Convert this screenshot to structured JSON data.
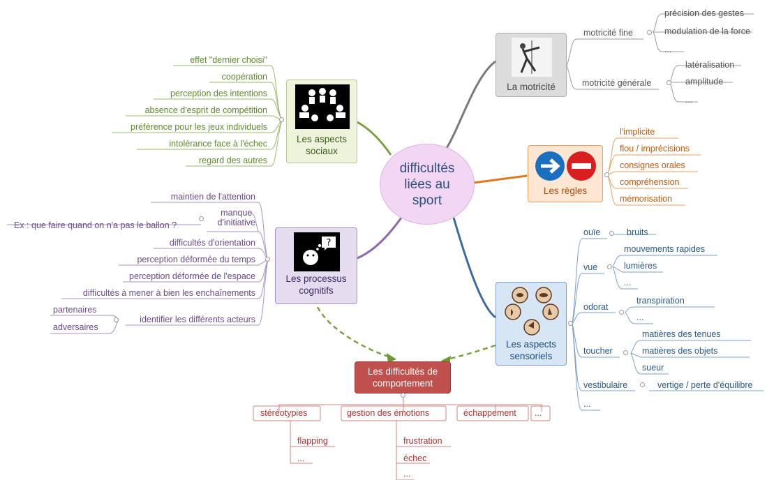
{
  "center": {
    "line1": "difficultés",
    "line2": "liées au",
    "line3": "sport"
  },
  "branches": {
    "motricite": {
      "label": "La motricité",
      "fine": {
        "label": "motricité fine",
        "items": [
          "précision des gestes",
          "modulation de la force",
          "..."
        ]
      },
      "generale": {
        "label": "motricité générale",
        "items": [
          "latéralisation",
          "amplitude",
          "..."
        ]
      }
    },
    "sociaux": {
      "label1": "Les aspects",
      "label2": "sociaux",
      "items": [
        "effet \"dernier choisi\"",
        "coopération",
        "perception des intentions",
        "absence d'esprit de compétition",
        "préférence pour les jeux individuels",
        "intolérance face à l'échec",
        "regard des autres"
      ]
    },
    "regles": {
      "label": "Les règles",
      "items": [
        "l'implicite",
        "flou / imprécisions",
        "consignes orales",
        "compréhension",
        "mémorisation"
      ]
    },
    "cognitifs": {
      "label1": "Les processus",
      "label2": "cognitifs",
      "attention": "maintien de l'attention",
      "initiative1": "manque",
      "initiative2": "d'initiative",
      "initiative_example": "Ex : que faire quand on n'a pas le ballon ?",
      "orientation": "difficultés d'orientation",
      "temps": "perception déformée du temps",
      "espace": "perception déformée de l'espace",
      "enchainements": "difficultés à mener à bien les enchaînements",
      "acteurs": "identifier les différents acteurs",
      "acteurs_items": [
        "partenaires",
        "adversaires"
      ]
    },
    "sensoriels": {
      "label1": "Les aspects",
      "label2": "sensoriels",
      "ouie": {
        "label": "ouïe",
        "items": [
          "bruits"
        ]
      },
      "vue": {
        "label": "vue",
        "items": [
          "mouvements rapides",
          "lumières",
          "..."
        ]
      },
      "odorat": {
        "label": "odorat",
        "items": [
          "transpiration",
          "..."
        ]
      },
      "toucher": {
        "label": "toucher",
        "items": [
          "matières des tenues",
          "matières des objets",
          "sueur"
        ]
      },
      "vestibulaire": {
        "label": "vestibulaire",
        "items": [
          "vertige / perte d'équilibre"
        ]
      },
      "more": "..."
    },
    "comportement": {
      "label1": "Les difficultés de",
      "label2": "comportement",
      "stereotypies": {
        "label": "stéréotypies",
        "items": [
          "flapping",
          "..."
        ]
      },
      "emotions": {
        "label": "gestion des émotions",
        "items": [
          "frustration",
          "échec",
          "..."
        ]
      },
      "echappement": "échappement",
      "more": "..."
    }
  },
  "colors": {
    "green": "#5e8a2a",
    "purple": "#6a4a8a",
    "orange": "#c05a10",
    "blue": "#2a5a8a",
    "grey": "#555555",
    "red": "#b03030",
    "center": "#f3d6f3"
  }
}
